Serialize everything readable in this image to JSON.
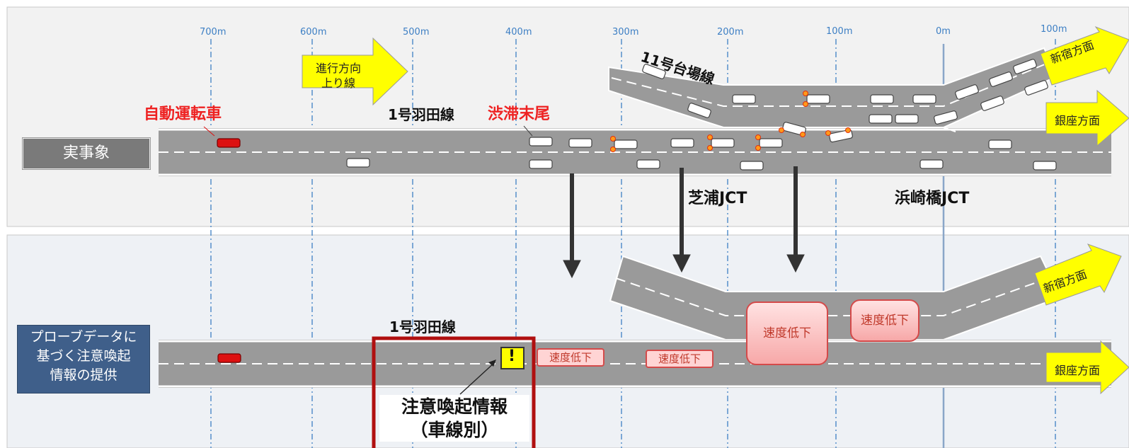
{
  "distance_marks": [
    "700m",
    "600m",
    "500m",
    "400m",
    "300m",
    "200m",
    "100m",
    "0m",
    "100m"
  ],
  "top_panel": {
    "label": "実事象",
    "direction_box": "進行方向\n上り線",
    "auto_vehicle": "自動運転車",
    "congestion_tail": "渋滞末尾",
    "route_main": "1号羽田線",
    "route_branch": "11号台場線",
    "jct_shibaura": "芝浦JCT",
    "jct_hamazakibashi": "浜崎橋JCT",
    "dest_shinjuku": "新宿方面",
    "dest_ginza": "銀座方面"
  },
  "bottom_panel": {
    "label": "プローブデータに\n基づく注意喚起\n情報の提供",
    "route_main": "1号羽田線",
    "alert_title": "注意喚起情報\n（車線別）",
    "alert_icon": "!",
    "slowdowns": [
      "速度低下",
      "速度低下",
      "速度低下",
      "速度低下"
    ],
    "dest_shinjuku": "新宿方面",
    "dest_ginza": "銀座方面"
  },
  "colors": {
    "road": "#9a9a9a",
    "distance_line": "#3d7fc4",
    "alert_frame": "#b01010",
    "arrow_yellow": "#ffff00",
    "auto_vehicle": "#dd1111"
  }
}
